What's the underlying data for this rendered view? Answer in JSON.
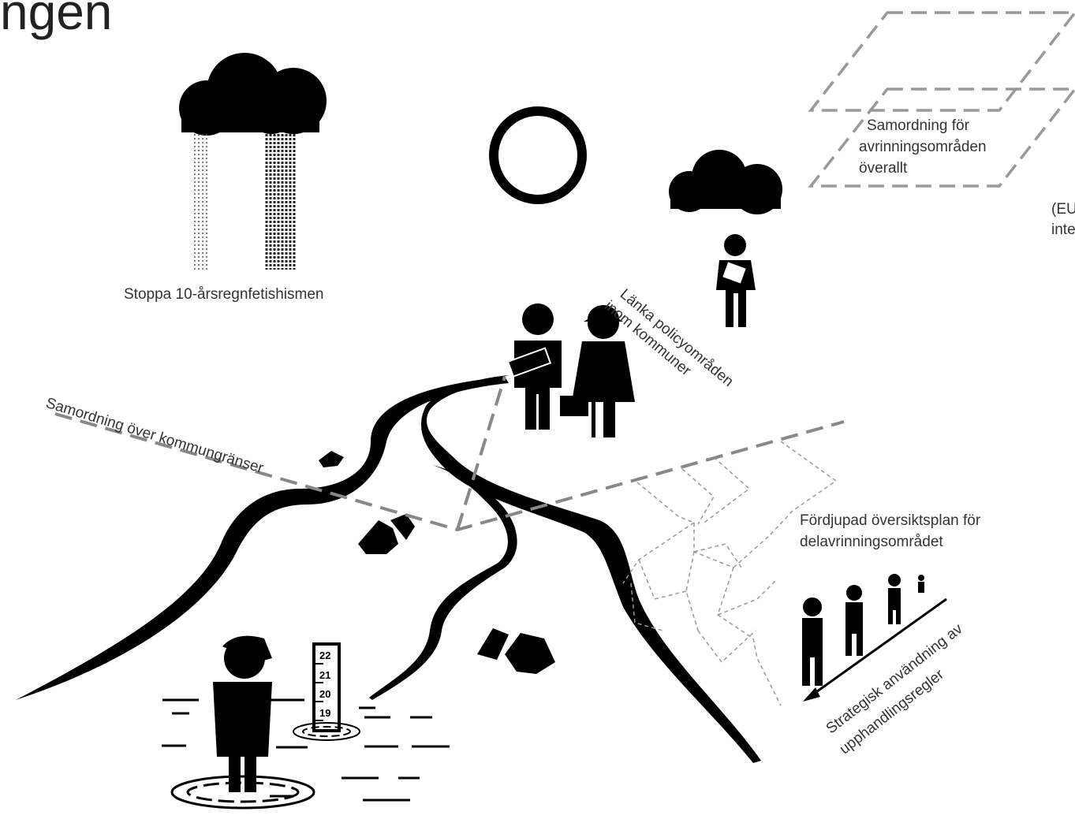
{
  "title": "ngen",
  "labels": {
    "rain": "Stoppa 10-årsregnfetishismen",
    "catchment_line1": "Samordning för",
    "catchment_line2": "avrinningsområden",
    "catchment_line3": "överallt",
    "eu_line1": "(EU",
    "eu_line2": "inte",
    "policy_line1": "Länka policyområden",
    "policy_line2": "inom kommuner",
    "border": "Samordning över kommungränser",
    "plan_line1": "Fördjupad översiktsplan för",
    "plan_line2": "delavrinningsområdet",
    "procurement_line1": "Strategisk användning av",
    "procurement_line2": "upphandlingsregler"
  },
  "gauge": [
    "22",
    "21",
    "20",
    "19"
  ],
  "icons": [
    "cloud-icon",
    "rain-icon",
    "sun-icon",
    "person-icon",
    "worker-icon",
    "stone-icon",
    "water-gauge-icon"
  ]
}
